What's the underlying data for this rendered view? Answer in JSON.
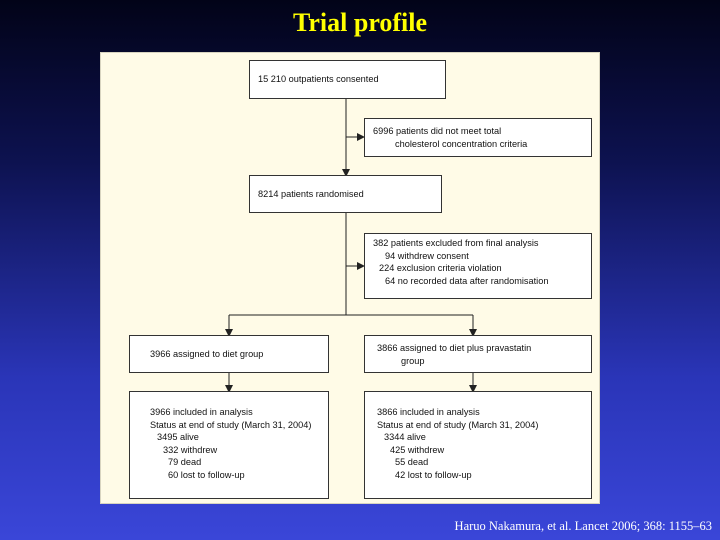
{
  "title": "Trial profile",
  "credit": "Haruo Nakamura, et al. Lancet 2006; 368: 1155–63",
  "diagram": {
    "consented": "15 210 outpatients consented",
    "excluded_screen": [
      "6996 patients did not meet total",
      "cholesterol concentration criteria"
    ],
    "randomised": "8214 patients randomised",
    "excluded_final": [
      "382 patients excluded from final analysis",
      "94 withdrew consent",
      "224 exclusion criteria violation",
      "64 no recorded data after randomisation"
    ],
    "diet_group": "3966 assigned to diet group",
    "prava_group": [
      "3866 assigned to diet plus pravastatin",
      "group"
    ],
    "diet_analysis": [
      "3966 included in analysis",
      "Status at end of study (March 31, 2004)",
      "3495 alive",
      "332 withdrew",
      "79 dead",
      "60 lost to follow-up"
    ],
    "prava_analysis": [
      "3866 included in analysis",
      "Status at end of study (March 31, 2004)",
      "3344 alive",
      "425 withdrew",
      "55 dead",
      "42 lost to follow-up"
    ]
  }
}
